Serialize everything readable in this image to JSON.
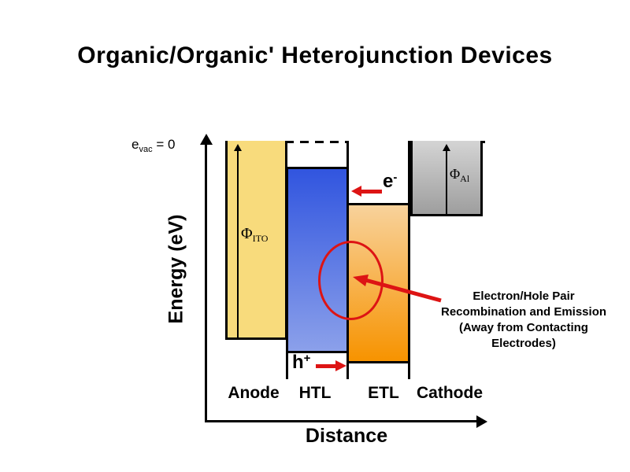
{
  "title": "Organic/Organic' Heterojunction Devices",
  "axes": {
    "y_label": "Energy (eV)",
    "x_label": "Distance",
    "vacuum": {
      "base": "e",
      "sub": "vac",
      "rest": " = 0"
    }
  },
  "bands": {
    "anode": {
      "label": "Anode",
      "phi_symbol": "Φ",
      "phi_sub": "ITO",
      "fill": "#F8DB7C"
    },
    "htl": {
      "label": "HTL",
      "carrier_base": "h",
      "carrier_sign": "+",
      "fill_top": "#3155DF",
      "fill_bottom": "#8BA0EA"
    },
    "etl": {
      "label": "ETL",
      "carrier_base": "e",
      "carrier_sign": "-",
      "fill_top": "#F8D29B",
      "fill_bottom": "#F79300"
    },
    "cathode": {
      "label": "Cathode",
      "phi_symbol": "Φ",
      "phi_sub": "Al",
      "fill_top": "#D4D4D4",
      "fill_bottom": "#9E9E9E"
    }
  },
  "annotation": {
    "line1": "Electron/Hole Pair",
    "line2": "Recombination and Emission",
    "line3": "(Away from Contacting",
    "line4": "Electrodes)"
  },
  "colors": {
    "accent_red": "#DD1414",
    "line_black": "#000000",
    "background": "#FFFFFF"
  }
}
